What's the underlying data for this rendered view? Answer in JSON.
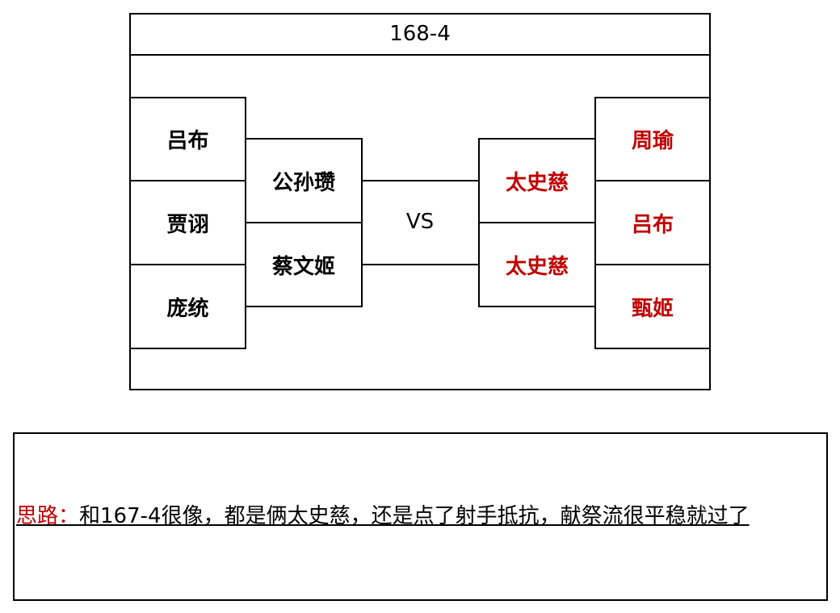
{
  "diagram": {
    "title": "168-4",
    "vs_label": "VS",
    "left_team": {
      "outer": [
        "吕布",
        "贾诩",
        "庞统"
      ],
      "inner": [
        "公孙瓒",
        "蔡文姬"
      ]
    },
    "right_team": {
      "inner": [
        "太史慈",
        "太史慈"
      ],
      "outer": [
        "周瑜",
        "吕布",
        "甄姬"
      ]
    }
  },
  "note": {
    "label": "思路：",
    "text": "和167-4很像，都是俩太史慈，还是点了射手抵抗，献祭流很平稳就过了"
  },
  "colors": {
    "enemy_text": "#c00000",
    "border": "#000000"
  }
}
